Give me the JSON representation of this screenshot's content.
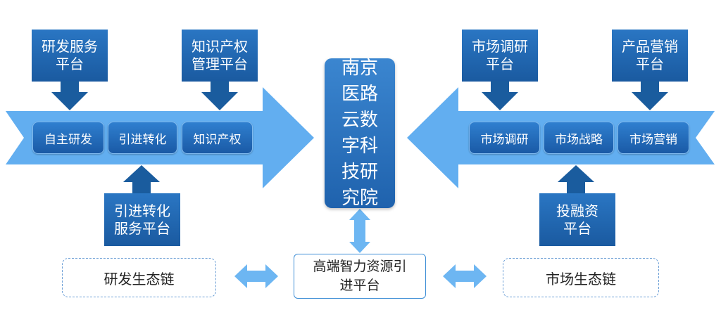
{
  "center": {
    "title": "南京医路云数字科技研究院"
  },
  "left": {
    "top_callouts": [
      {
        "label": "研发服务\n平台"
      },
      {
        "label": "知识产权\n管理平台"
      }
    ],
    "bottom_callout": {
      "label": "引进转化\n服务平台"
    },
    "pills": [
      "自主研发",
      "引进转化",
      "知识产权"
    ]
  },
  "right": {
    "top_callouts": [
      {
        "label": "市场调研\n平台"
      },
      {
        "label": "产品营销\n平台"
      }
    ],
    "bottom_callout": {
      "label": "投融资\n平台"
    },
    "pills": [
      "市场调研",
      "市场战略",
      "市场营销"
    ]
  },
  "bottom": {
    "left_chain": "研发生态链",
    "center_platform": "高端智力资源引\n进平台",
    "right_chain": "市场生态链"
  },
  "colors": {
    "big_arrow": "#62aef0",
    "callout_blue": "#1d64aa",
    "callout_arrow": "#1a5c9e",
    "pill_blue": "#2169b6",
    "small_arrow": "#6db6f2"
  }
}
